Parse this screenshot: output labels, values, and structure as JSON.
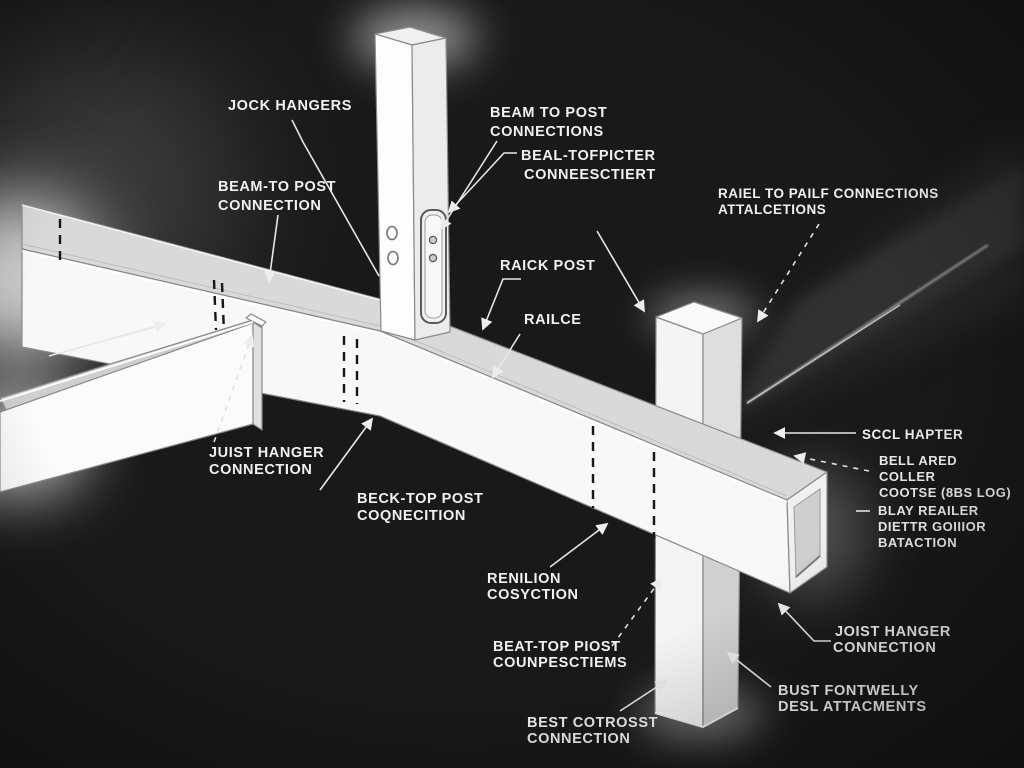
{
  "diagram": {
    "kind": "isometric framing-connection diagram",
    "colors": {
      "background": "#191919",
      "wood_light": "#f7f7f7",
      "wood_mid": "#dcdcdc",
      "wood_shaded": "#e4e4e4",
      "dark_rail": "#2f2f2f",
      "line": "#e6e6e6",
      "text": "#f2f2f2"
    },
    "labels": {
      "jock_hangers": {
        "line1": "JOCK HANGERS"
      },
      "beam_to_post_left": {
        "line1": "BEAM-TO POST",
        "line2": "CONNECTION"
      },
      "beam_to_post_top": {
        "line1": "BEAM TO POST",
        "line2": "CONNECTIONS"
      },
      "beal_tofpicter": {
        "line1": "BEAL-TOFPICTER",
        "line2": "CONNEESCTIERT"
      },
      "raiel_to_pailf": {
        "line1": "RAIEL TO PAILF CONNECTIONS",
        "line2": "ATTALCETIONS"
      },
      "raick_post": {
        "line1": "RAICK POST"
      },
      "railce": {
        "line1": "RAILCE"
      },
      "juist_hanger": {
        "line1": "JUIST HANGER",
        "line2": "CONNECTION"
      },
      "beck_top_post": {
        "line1": "BECK-TOP POST",
        "line2": "COQNECITION"
      },
      "sccl_hapter": {
        "line1": "SCCL HAPTER"
      },
      "bell_ared": {
        "line1": "BELL ARED",
        "line2": "COLLER",
        "line3": "COOTSE (8BS LOG)"
      },
      "blay_reailer": {
        "line1": "BLAY REAILER",
        "line2": "DIETTR GOIIIOR",
        "line3": "BATACTION"
      },
      "renilion": {
        "line1": "RENILION",
        "line2": "COSYCTION"
      },
      "beat_top_piost": {
        "line1": "BEAT-TOP PIOST",
        "line2": "COUNPESCTIEMS"
      },
      "joist_hanger_right": {
        "line1": "JOIST HANGER",
        "line2": "CONNECTION"
      },
      "bust_fontwelly": {
        "line1": "BUST FONTWELLY",
        "line2": "DESL ATTACMENTS"
      },
      "best_cotrosst": {
        "line1": "BEST COTROSST",
        "line2": "CONNECTION"
      }
    }
  }
}
